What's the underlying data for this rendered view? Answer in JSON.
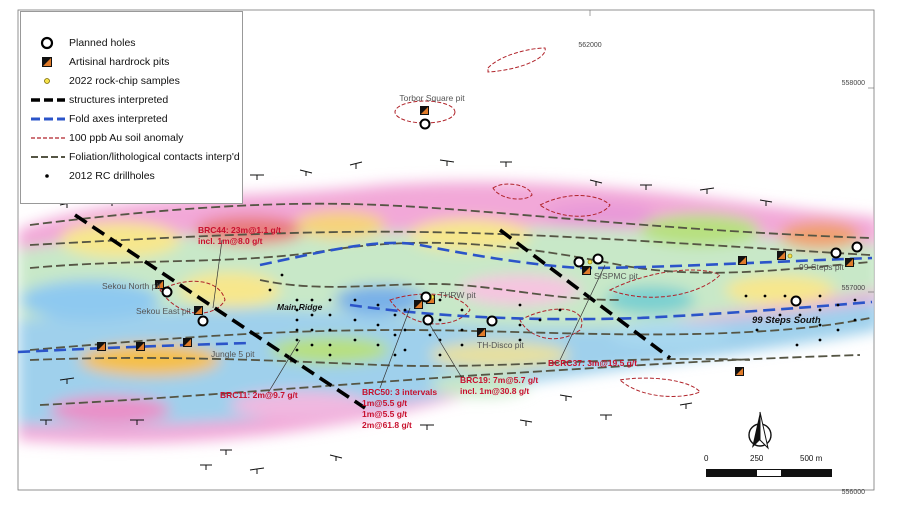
{
  "legend": {
    "items": [
      {
        "label": "Planned holes",
        "icon": "planned-hole-icon"
      },
      {
        "label": "Artisinal hardrock pits",
        "icon": "pit-icon"
      },
      {
        "label": "2022 rock-chip samples",
        "icon": "rock-chip-icon"
      },
      {
        "label": "structures interpreted",
        "icon": "structure-line-icon"
      },
      {
        "label": "Fold axes interpreted",
        "icon": "fold-axis-line-icon"
      },
      {
        "label": "100 ppb Au soil anomaly",
        "icon": "soil-anomaly-line-icon"
      },
      {
        "label": "Foliation/lithological contacts interp'd",
        "icon": "foliation-line-icon"
      },
      {
        "label": "2012 RC drillholes",
        "icon": "drillhole-dot-icon"
      }
    ]
  },
  "grid": {
    "top_easting": "562000",
    "northing_1": "558000",
    "northing_2": "557000",
    "northing_3": "556000"
  },
  "places": {
    "torbor": "Torbor Square pit",
    "sekou_north": "Sekou North pit",
    "sekou_east": "Sekou East pit",
    "jungle5": "Jungle 5 pit",
    "main_ridge": "Main Ridge",
    "thrw": "THRW pit",
    "th_disco": "TH-Disco pit",
    "s_spmc": "S/SPMC pit",
    "steps99": "99 Steps pit",
    "steps99_south": "99 Steps South"
  },
  "intercepts": {
    "brc44_1": "BRC44: 23m@1.1 g/t",
    "brc44_2": "incl. 1m@8.0 g/t",
    "brc11": "BRC11: 2m@9.7 g/t",
    "brc50_1": "BRC50: 3 intervals",
    "brc50_2": "1m@5.5 g/t",
    "brc50_3": "1m@5.5 g/t",
    "brc50_4": "2m@61.8 g/t",
    "brc19_1": "BRC19: 7m@5.7 g/t",
    "brc19_2": "incl. 1m@30.8 g/t",
    "bcrc37": "BCRC37: 3m@19.5 g/t"
  },
  "scale": {
    "t0": "0",
    "t1": "250",
    "t2": "500 m"
  },
  "colors": {
    "structure": "#000000",
    "fold_axis": "#2b54c9",
    "soil_anomaly": "#b0232a",
    "foliation": "#555544",
    "label_red": "#c8102e"
  }
}
